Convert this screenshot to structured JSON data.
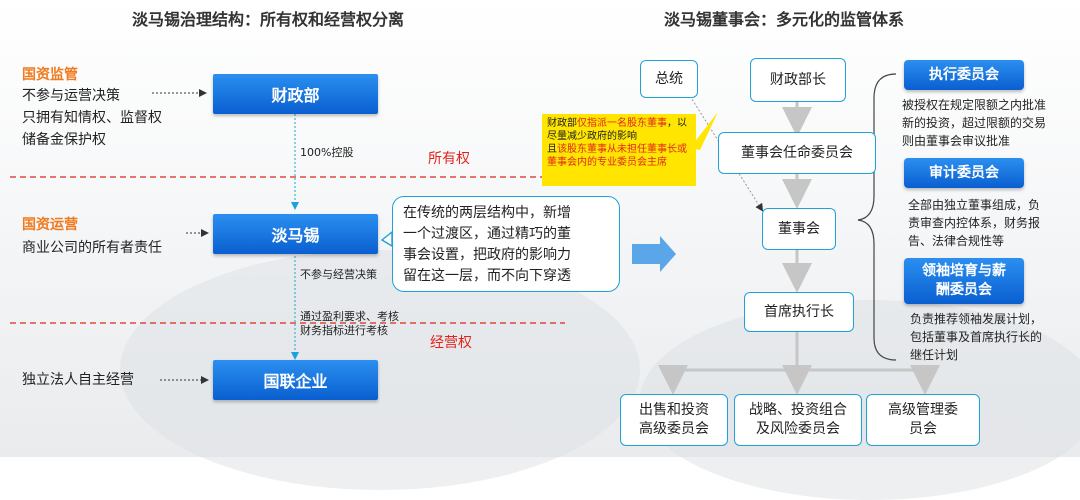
{
  "left": {
    "title": "淡马锡治理结构：所有权和经营权分离",
    "boxes": {
      "mof": "财政部",
      "temasek": "淡马锡",
      "glc": "国联企业"
    },
    "supervision": {
      "heading": "国资监管",
      "lines": [
        "不参与运营决策",
        "只拥有知情权、监督权",
        "储备金保护权"
      ]
    },
    "operation": {
      "heading": "国资运营",
      "lines": [
        "商业公司的所有者责任"
      ]
    },
    "glc_note": "独立法人自主经营",
    "link1": "100%控股",
    "link2a": "不参与经营决策",
    "link2b": [
      "通过盈利要求、考核",
      "财务指标进行考核"
    ],
    "ownership": "所有权",
    "management": "经营权",
    "callout": [
      "在传统的两层结构中，新增",
      "一个过渡区，通过精巧的董",
      "事会设置，把政府的影响力",
      "留在这一层，而不向下穿透"
    ]
  },
  "right": {
    "title": "淡马锡董事会：多元化的监管体系",
    "president": "总统",
    "finance_minister": "财政部长",
    "appointment_committee": "董事会任命委员会",
    "board": "董事会",
    "ceo": "首席执行长",
    "note": {
      "part1": "财政部",
      "part1_red": "仅指派一名股东董事",
      "part2": "，以尽量减少政府的影响",
      "part3": "且",
      "part3_red": "该股东董事从未担任董事长或董事会内的专业委员会主席"
    },
    "committees": [
      {
        "name": "执行委员会",
        "desc": [
          "被授权在规定限额之内批准",
          "新的投资，超过限额的交易",
          "则由董事会审议批准"
        ]
      },
      {
        "name": "审计委员会",
        "desc": [
          "全部由独立董事组成，负",
          "责审查内控体系，财务报",
          "告、法律合规性等"
        ]
      },
      {
        "name": [
          "领袖培育与薪",
          "酬委员会"
        ],
        "desc": [
          "负责推荐领袖发展计划，",
          "包括董事及首席执行长的",
          "继任计划"
        ]
      }
    ],
    "bottom": [
      [
        "出售和投资",
        "高级委员会"
      ],
      [
        "战略、投资组合",
        "及风险委员会"
      ],
      [
        "高级管理委",
        "员会"
      ]
    ]
  },
  "colors": {
    "blue": "#0a6ad6",
    "orange": "#f07a1e",
    "red": "#e0261c",
    "border": "#1fa3d6",
    "note": "#ffe500"
  }
}
